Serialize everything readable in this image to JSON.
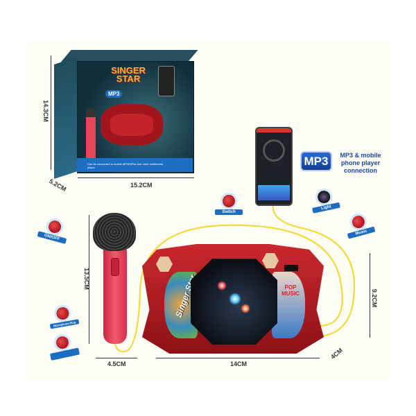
{
  "package": {
    "title_line1": "SINGER",
    "title_line2": "STAR",
    "mp3_label": "MP3",
    "caption": "Can be connected to mobile MP3/MP4s and other multimedia player",
    "dims": {
      "height": "14.3CM",
      "depth": "5.2CM",
      "width": "15.2CM"
    }
  },
  "connection": {
    "mp3_badge": "MP3",
    "description": "MP3 & mobile phone player connection"
  },
  "features": [
    {
      "label": "Switch"
    },
    {
      "label": "Light"
    },
    {
      "label": "Music"
    },
    {
      "label": "ON/OFF"
    },
    {
      "label": "Microphone Plug"
    }
  ],
  "product": {
    "left_panel_text": "Singer Star",
    "right_panel_text": "POP MUSIC",
    "mic_dims": {
      "height": "13.5CM",
      "width": "4.5CM"
    },
    "device_dims": {
      "width": "14CM",
      "height": "9.2CM",
      "depth": "4CM"
    }
  },
  "colors": {
    "accent_blue": "#1c6cc0",
    "product_red": "#c9282e",
    "cable_yellow": "#f2d92c"
  }
}
